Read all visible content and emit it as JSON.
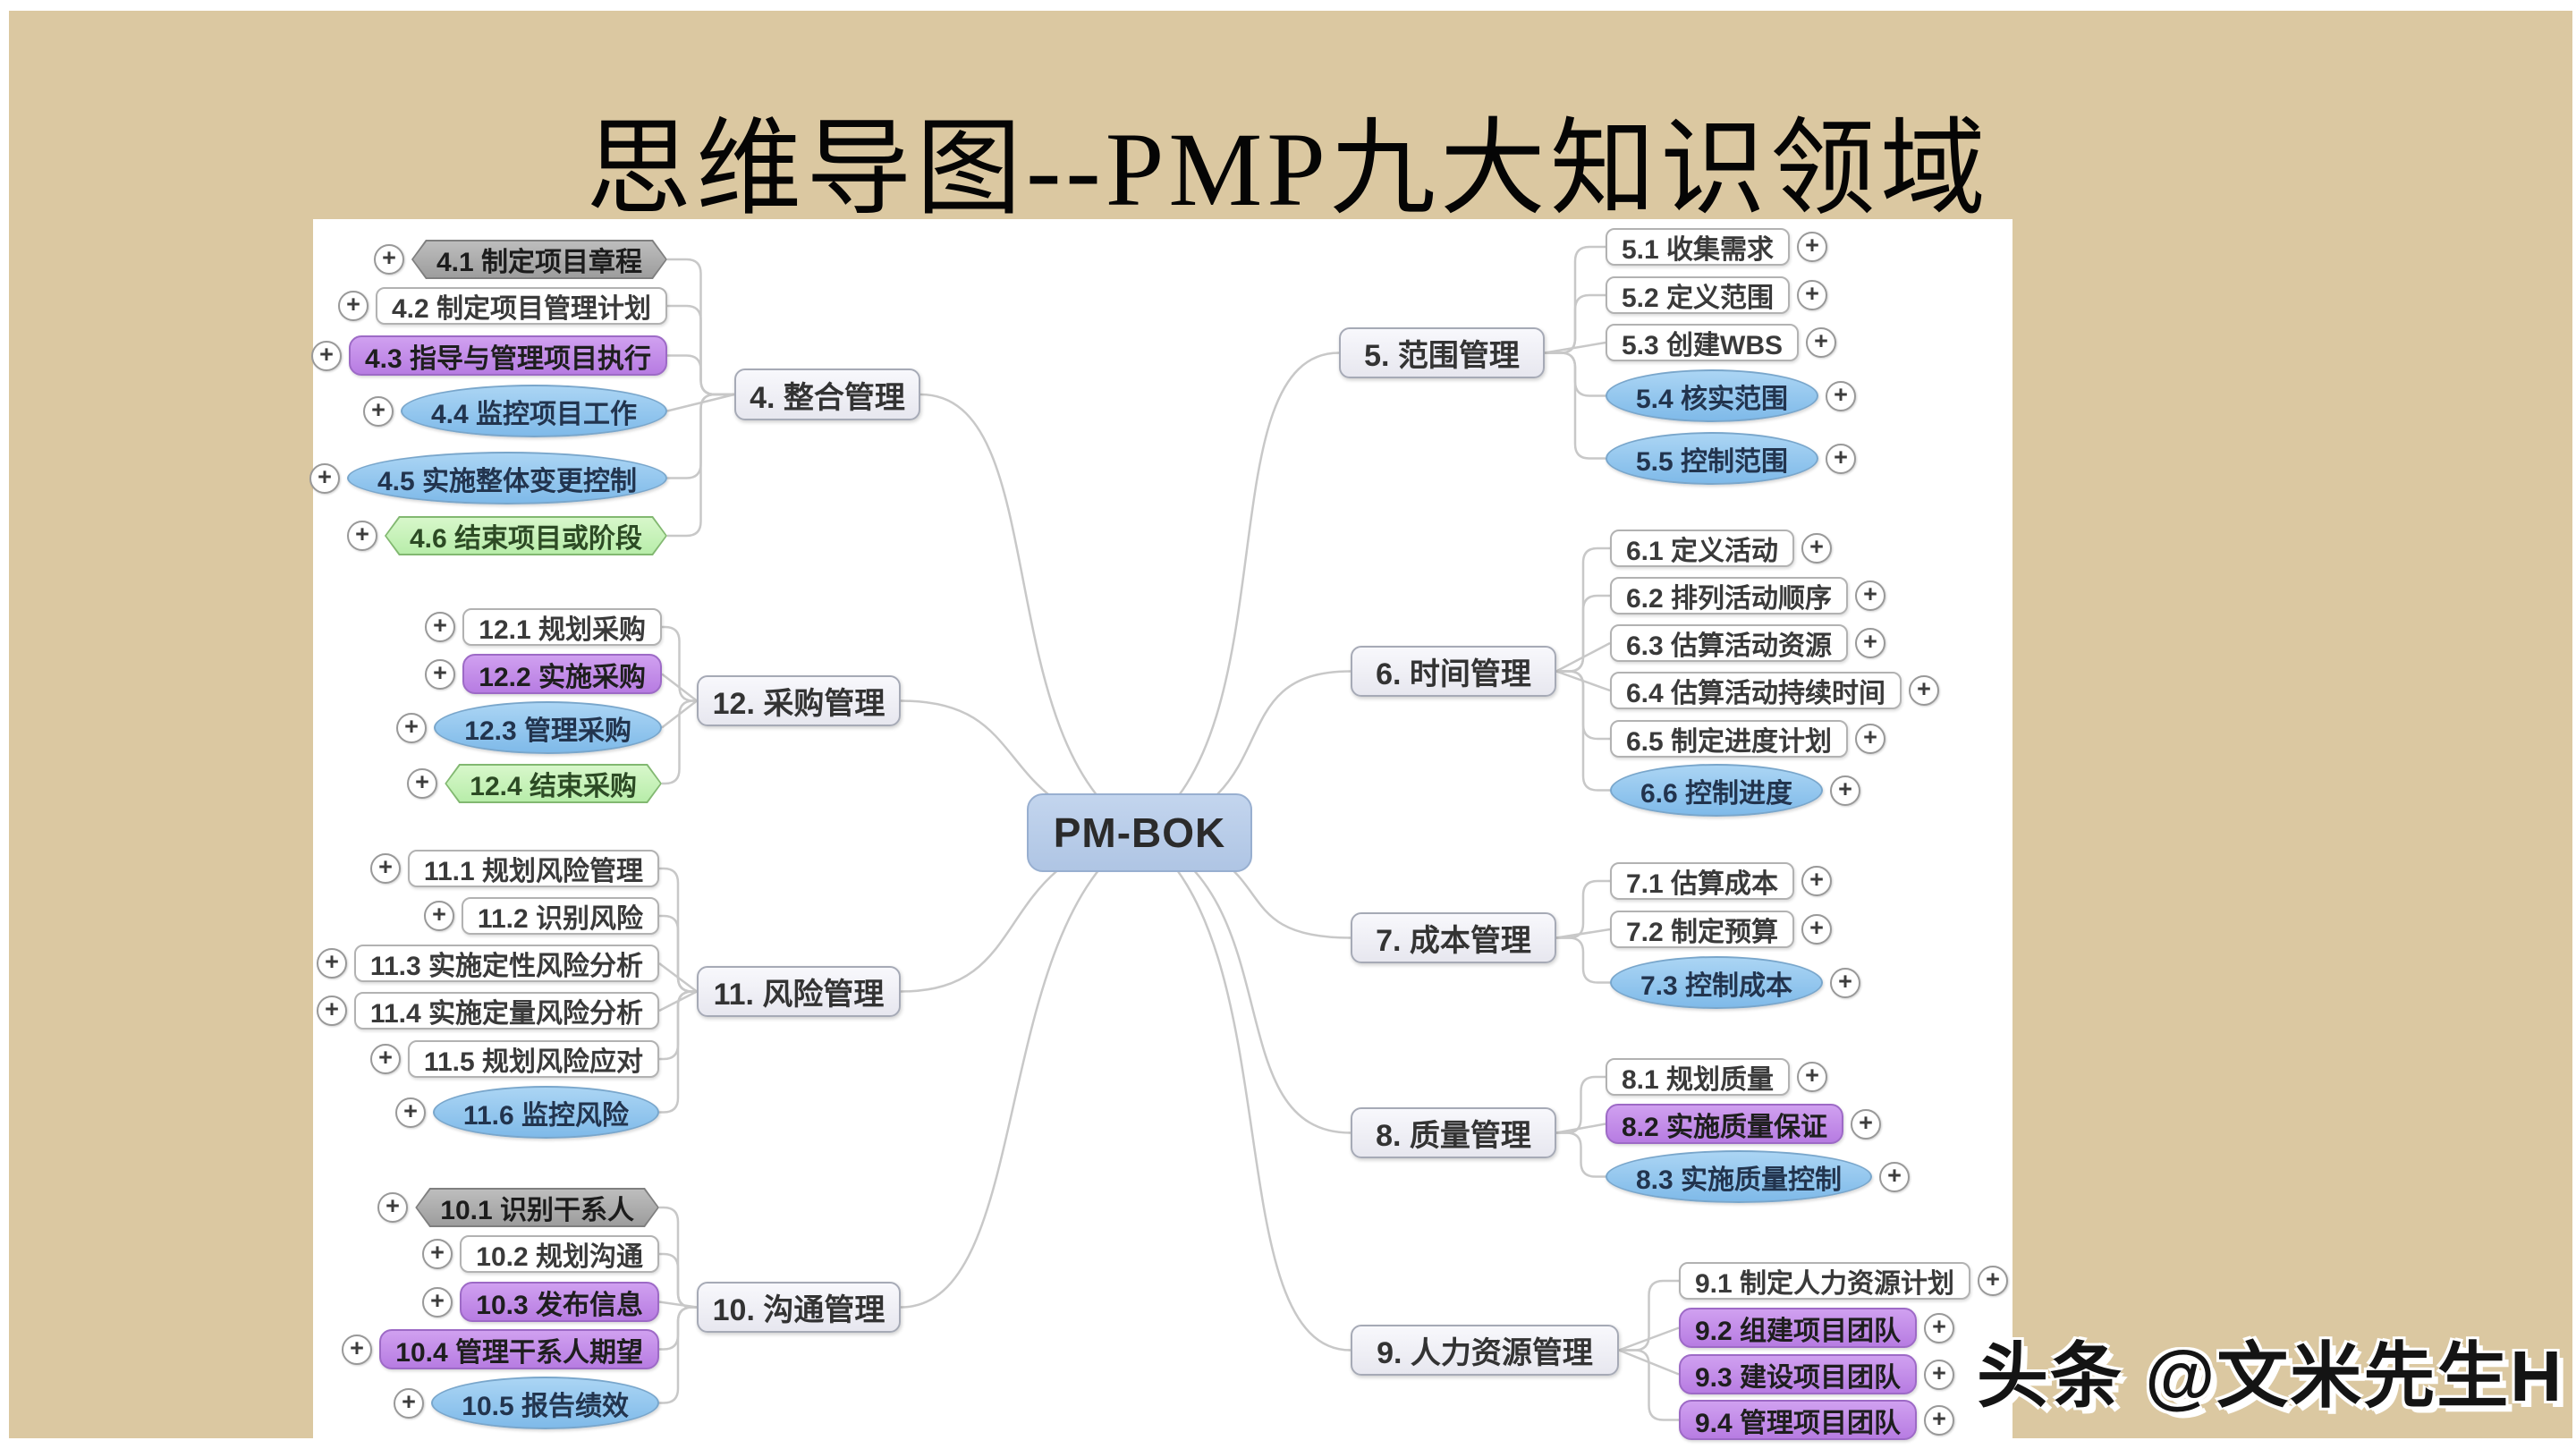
{
  "title": "思维导图--PMP九大知识领域",
  "watermark": "头条 @文米先生H",
  "icons": {
    "plus": "+"
  },
  "colors": {
    "background_tan": "#dbc8a1",
    "canvas_white": "#ffffff",
    "connector_gray": "#c8c8c8",
    "node_plain": "#ffffff",
    "node_blue": "#8fc3ef",
    "node_purple": "#c18ae9",
    "node_green": "#c6f0b4",
    "node_gray": "#a9a9a9",
    "center_blue": "#b8cbe7"
  },
  "center": {
    "label": "PM-BOK"
  },
  "branches": [
    {
      "id": "4",
      "label": "4. 整合管理",
      "children": [
        {
          "label": "4.1 制定项目章程",
          "style": "gray"
        },
        {
          "label": "4.2 制定项目管理计划",
          "style": "plain"
        },
        {
          "label": "4.3 指导与管理项目执行",
          "style": "purple"
        },
        {
          "label": "4.4 监控项目工作",
          "style": "blue"
        },
        {
          "label": "4.5 实施整体变更控制",
          "style": "blue"
        },
        {
          "label": "4.6 结束项目或阶段",
          "style": "green"
        }
      ]
    },
    {
      "id": "5",
      "label": "5. 范围管理",
      "children": [
        {
          "label": "5.1 收集需求",
          "style": "plain"
        },
        {
          "label": "5.2 定义范围",
          "style": "plain"
        },
        {
          "label": "5.3 创建WBS",
          "style": "plain"
        },
        {
          "label": "5.4 核实范围",
          "style": "blue"
        },
        {
          "label": "5.5 控制范围",
          "style": "blue"
        }
      ]
    },
    {
      "id": "6",
      "label": "6. 时间管理",
      "children": [
        {
          "label": "6.1 定义活动",
          "style": "plain"
        },
        {
          "label": "6.2 排列活动顺序",
          "style": "plain"
        },
        {
          "label": "6.3 估算活动资源",
          "style": "plain"
        },
        {
          "label": "6.4 估算活动持续时间",
          "style": "plain"
        },
        {
          "label": "6.5 制定进度计划",
          "style": "plain"
        },
        {
          "label": "6.6 控制进度",
          "style": "blue"
        }
      ]
    },
    {
      "id": "7",
      "label": "7. 成本管理",
      "children": [
        {
          "label": "7.1 估算成本",
          "style": "plain"
        },
        {
          "label": "7.2 制定预算",
          "style": "plain"
        },
        {
          "label": "7.3 控制成本",
          "style": "blue"
        }
      ]
    },
    {
      "id": "8",
      "label": "8. 质量管理",
      "children": [
        {
          "label": "8.1 规划质量",
          "style": "plain"
        },
        {
          "label": "8.2 实施质量保证",
          "style": "purple"
        },
        {
          "label": "8.3 实施质量控制",
          "style": "blue"
        }
      ]
    },
    {
      "id": "9",
      "label": "9. 人力资源管理",
      "children": [
        {
          "label": "9.1 制定人力资源计划",
          "style": "plain"
        },
        {
          "label": "9.2 组建项目团队",
          "style": "purple"
        },
        {
          "label": "9.3 建设项目团队",
          "style": "purple"
        },
        {
          "label": "9.4 管理项目团队",
          "style": "purple"
        }
      ]
    },
    {
      "id": "10",
      "label": "10. 沟通管理",
      "children": [
        {
          "label": "10.1 识别干系人",
          "style": "gray"
        },
        {
          "label": "10.2 规划沟通",
          "style": "plain"
        },
        {
          "label": "10.3 发布信息",
          "style": "purple"
        },
        {
          "label": "10.4 管理干系人期望",
          "style": "purple"
        },
        {
          "label": "10.5 报告绩效",
          "style": "blue"
        }
      ]
    },
    {
      "id": "11",
      "label": "11. 风险管理",
      "children": [
        {
          "label": "11.1 规划风险管理",
          "style": "plain"
        },
        {
          "label": "11.2 识别风险",
          "style": "plain"
        },
        {
          "label": "11.3 实施定性风险分析",
          "style": "plain"
        },
        {
          "label": "11.4 实施定量风险分析",
          "style": "plain"
        },
        {
          "label": "11.5 规划风险应对",
          "style": "plain"
        },
        {
          "label": "11.6 监控风险",
          "style": "blue"
        }
      ]
    },
    {
      "id": "12",
      "label": "12. 采购管理",
      "children": [
        {
          "label": "12.1 规划采购",
          "style": "plain"
        },
        {
          "label": "12.2 实施采购",
          "style": "purple"
        },
        {
          "label": "12.3 管理采购",
          "style": "blue"
        },
        {
          "label": "12.4 结束采购",
          "style": "green"
        }
      ]
    }
  ]
}
